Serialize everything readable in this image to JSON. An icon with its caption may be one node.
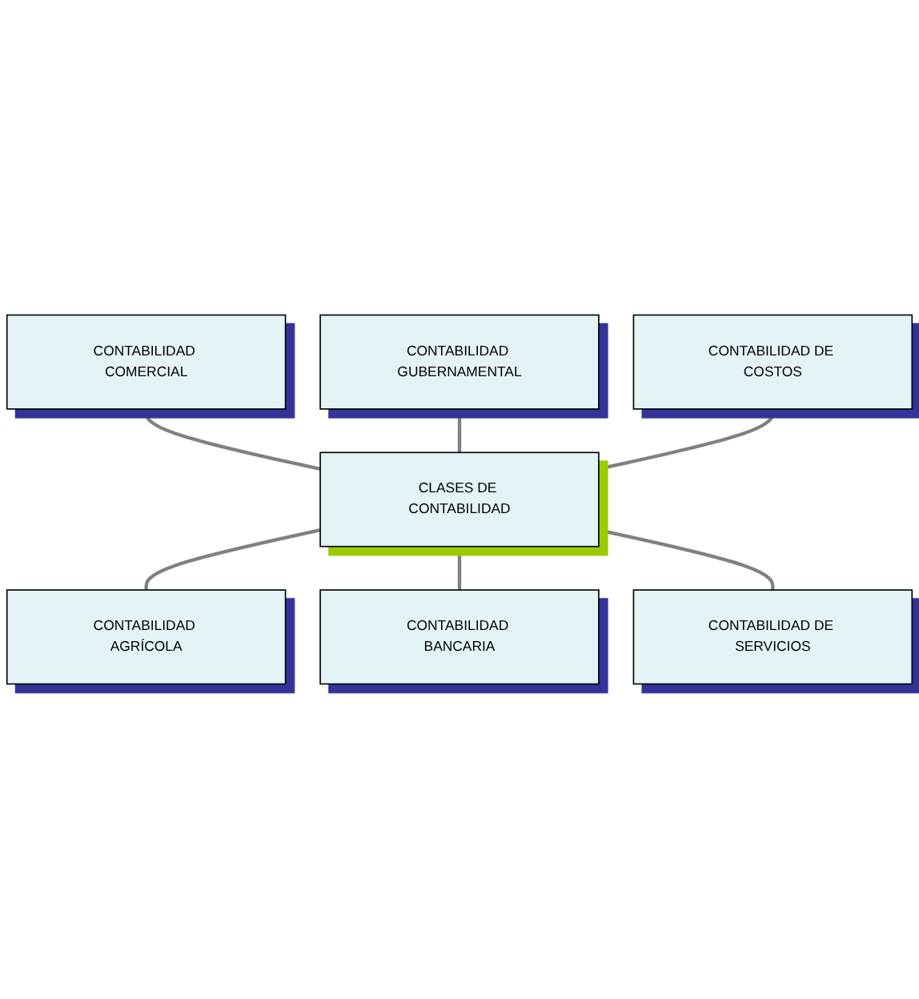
{
  "diagram": {
    "nodes": [
      {
        "text": [
          "CONTABILIDAD COMERCIAL"
        ]
      },
      {
        "text": [
          "CONTABILIDAD GUBERNAMENTAL"
        ]
      },
      {
        "text": [
          "CONTABILIDAD DE COSTOS"
        ]
      },
      {
        "text": [
          "CLASES DE CONTABILIDAD"
        ]
      },
      {
        "text": [
          "CONTABILIDAD AGRÍCOLA"
        ]
      },
      {
        "text": [
          "CONTABILIDAD BANCARIA"
        ]
      },
      {
        "text": [
          "CONTABILIDAD DE SERVICIOS"
        ]
      }
    ],
    "edges": [
      {
        "from": 0,
        "to": 3,
        "arrow": "none"
      },
      {
        "from": 1,
        "to": 3,
        "arrow": "none"
      },
      {
        "from": 2,
        "to": 3,
        "arrow": "none"
      },
      {
        "from": 3,
        "to": 4,
        "arrow": "none"
      },
      {
        "from": 3,
        "to": 5,
        "arrow": "none"
      },
      {
        "from": 3,
        "to": 6,
        "arrow": "none"
      }
    ]
  }
}
